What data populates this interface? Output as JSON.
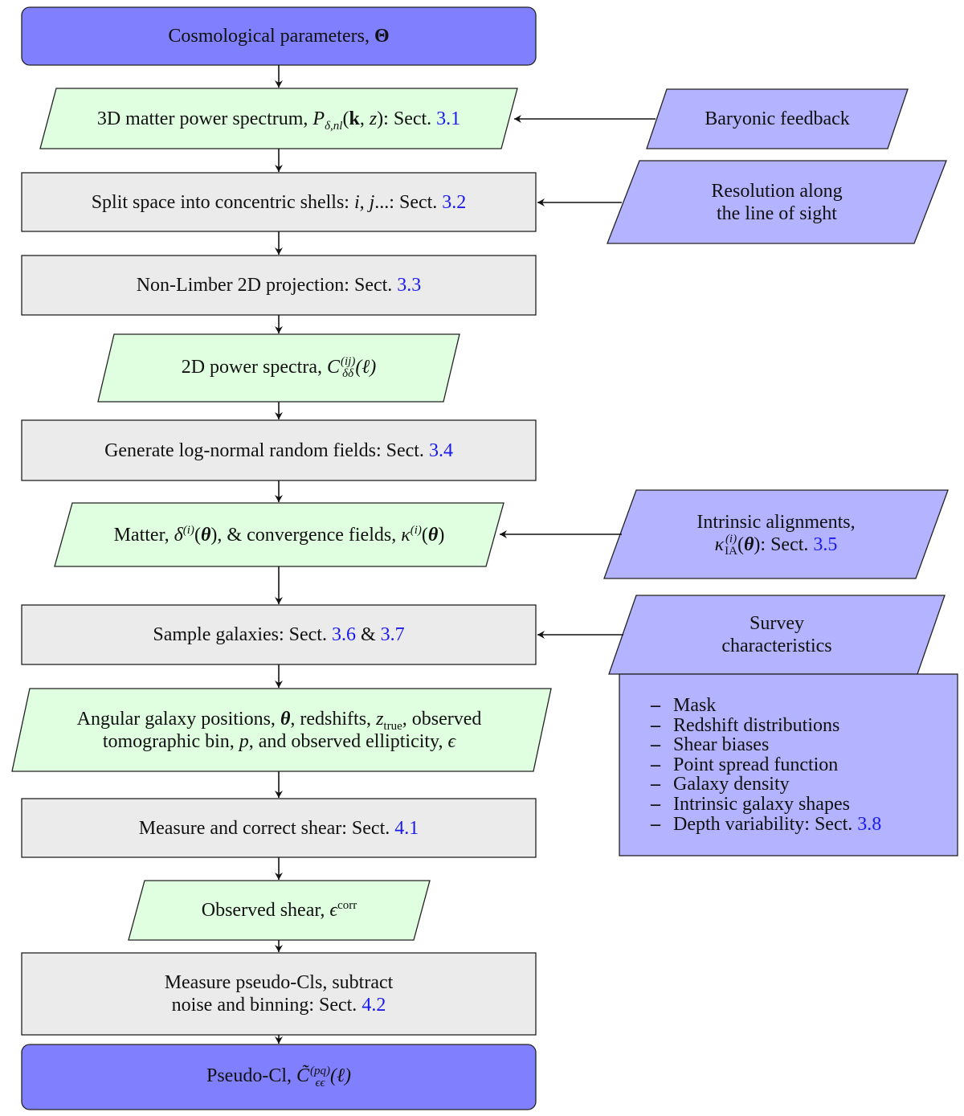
{
  "colors": {
    "terminal_fill": "#8080ff",
    "input_fill": "#e0ffe0",
    "process_fill": "#ebebeb",
    "side_input_fill": "#b3b3ff",
    "link": "#1a1aee",
    "stroke": "#222222"
  },
  "nodes": {
    "cosmo": {
      "text": "Cosmological parameters, ",
      "symbol": "Θ"
    },
    "p3d": {
      "pre": "3D matter power spectrum, ",
      "sym": "P",
      "sub": "δ,nl",
      "args_open": "(",
      "k": "k",
      "sep": ", ",
      "z": "z",
      "args_close": ")",
      "post": ": Sect. ",
      "link": "3.1"
    },
    "shells": {
      "pre": "Split space into concentric shells: ",
      "i": "i",
      "sep": ", ",
      "j": "j",
      "post": "...: Sect. ",
      "link": "3.2"
    },
    "nonlimber": {
      "pre": "Non-Limber 2D projection: Sect. ",
      "link": "3.3"
    },
    "c2d": {
      "pre": "2D power spectra, ",
      "sym": "C",
      "sup": "(ij)",
      "sub": "δδ",
      "args": "(ℓ)"
    },
    "lognormal": {
      "pre": "Generate log-normal random fields: Sect. ",
      "link": "3.4"
    },
    "fields": {
      "pre": "Matter, ",
      "delta": "δ",
      "sup1": "(i)",
      "arg1_open": "(",
      "theta1": "θ",
      "arg1_close": ")",
      "mid": ", & convergence fields, ",
      "kappa": "κ",
      "sup2": "(i)",
      "arg2_open": "(",
      "theta2": "θ",
      "arg2_close": ")"
    },
    "sample": {
      "pre": "Sample galaxies: Sect. ",
      "link1": "3.6",
      "amp": " & ",
      "link2": "3.7"
    },
    "positions": {
      "line1_pre": "Angular galaxy positions, ",
      "theta": "θ",
      "line1_mid": ", redshifts, ",
      "z": "z",
      "zsub": "true",
      "line1_post": ", observed",
      "line2_pre": "tomographic bin, ",
      "p": "p",
      "line2_mid": ", and observed ellipticity, ",
      "eps": "ϵ"
    },
    "measure_shear": {
      "pre": "Measure and correct shear: Sect. ",
      "link": "4.1"
    },
    "obs_shear": {
      "pre": "Observed shear, ",
      "eps": "ϵ",
      "sup": "corr"
    },
    "pseudo_measure": {
      "line1": "Measure pseudo-Cls, subtract",
      "line2_pre": "noise and binning: Sect. ",
      "link": "4.2"
    },
    "pseudo_cl": {
      "pre": "Pseudo-Cl, ",
      "sym": "C̃",
      "sup": "(pq)",
      "sub": "ϵϵ",
      "args": "(ℓ)"
    }
  },
  "side_inputs": {
    "baryonic": {
      "text": "Baryonic feedback"
    },
    "resolution": {
      "line1": "Resolution along",
      "line2": "the line of sight"
    },
    "ia": {
      "line1": "Intrinsic alignments,",
      "kappa": "κ",
      "sup": "(i)",
      "sub": "IA",
      "arg_open": "(",
      "theta": "θ",
      "arg_close": ")",
      "post": ": Sect. ",
      "link": "3.5"
    },
    "survey": {
      "line1": "Survey",
      "line2": "characteristics"
    }
  },
  "survey_list": {
    "bullet": "–",
    "items": [
      {
        "text": "Mask"
      },
      {
        "text": "Redshift distributions"
      },
      {
        "text": "Shear biases"
      },
      {
        "text": "Point spread function"
      },
      {
        "text": "Galaxy density"
      },
      {
        "text": "Intrinsic galaxy shapes"
      },
      {
        "text": "Depth variability: Sect. ",
        "link": "3.8"
      }
    ]
  }
}
